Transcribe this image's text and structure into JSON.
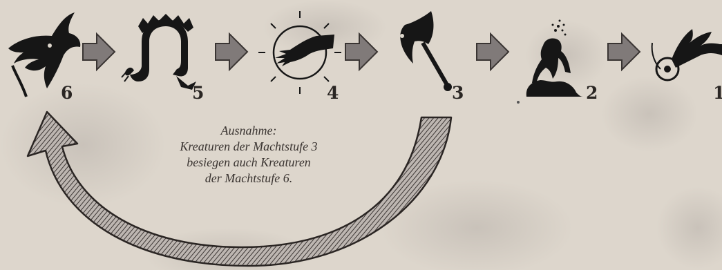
{
  "colors": {
    "paper": "#ddd6cc",
    "ink": "#141414",
    "arrow_gray": "#7d7877",
    "text": "#3a3431"
  },
  "creatures": [
    {
      "rank": "6",
      "icon": "dragon-head-icon"
    },
    {
      "rank": "5",
      "icon": "sea-serpent-icon"
    },
    {
      "rank": "4",
      "icon": "sun-hand-icon"
    },
    {
      "rank": "3",
      "icon": "battle-axe-icon"
    },
    {
      "rank": "2",
      "icon": "golem-icon"
    },
    {
      "rank": "1",
      "icon": "wing-eye-icon"
    }
  ],
  "exception": {
    "heading": "Ausnahme:",
    "lines": [
      "Kreaturen der Machtstufe 3",
      "besiegen auch Kreaturen",
      "der Machtstufe 6."
    ],
    "arrow_icon": "curved-arrow-icon"
  }
}
